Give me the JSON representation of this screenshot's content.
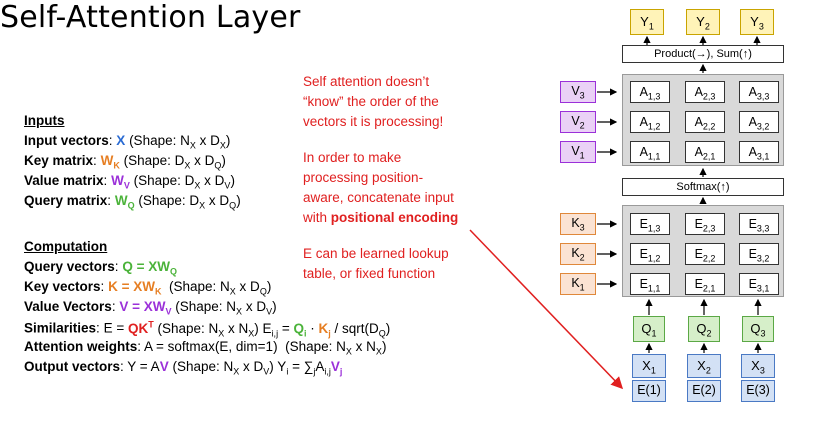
{
  "title": "Self-Attention Layer",
  "inputs": {
    "header": "Inputs",
    "input_vectors": {
      "label": "Input vectors",
      "symbol": "X",
      "shape": "(Shape: N",
      "shape_sub_x": "X",
      "shape_mid": " x D",
      "shape_sub_d": "X",
      "shape_end": ")"
    },
    "key_matrix": {
      "label": "Key matrix",
      "symbol": "W",
      "sub": "K",
      "shape": "(Shape: D",
      "s1": "X",
      "mid": " x D",
      "s2": "Q",
      "end": ")"
    },
    "value_matrix": {
      "label": "Value matrix",
      "symbol": "W",
      "sub": "V",
      "shape": "(Shape: D",
      "s1": "X",
      "mid": " x D",
      "s2": "V",
      "end": ")"
    },
    "query_matrix": {
      "label": "Query matrix",
      "symbol": "W",
      "sub": "Q",
      "shape": "(Shape: D",
      "s1": "X",
      "mid": " x D",
      "s2": "Q",
      "end": ")"
    }
  },
  "computation": {
    "header": "Computation",
    "query_vectors": {
      "label": "Query vectors",
      "eq": "Q = XW",
      "sub": "Q"
    },
    "key_vectors": {
      "label": "Key vectors",
      "eq": "K = XW",
      "sub": "K",
      "shape": "(Shape: N",
      "s1": "X",
      "mid": " x D",
      "s2": "Q",
      "end": ")"
    },
    "value_vectors": {
      "label": "Value Vectors",
      "eq": "V = XW",
      "sub": "V",
      "shape": "(Shape: N",
      "s1": "X",
      "mid": " x D",
      "s2": "V",
      "end": ")"
    },
    "similarities": {
      "label": "Similarities",
      "eq_a": "E = ",
      "qk": "QK",
      "sup": "T",
      "shape": " (Shape: N",
      "s1": "X",
      "mid": " x N",
      "s2": "X",
      "end": ") E",
      "eij_sub": "i,j",
      "eq_b": " = ",
      "qi": "Q",
      "qi_sub": "i",
      "dot": " · ",
      "kj": "K",
      "kj_sub": "j",
      "tail": " / sqrt(D",
      "tail_sub": "Q",
      "tail_end": ")"
    },
    "attention_weights": {
      "label": "Attention weights",
      "eq": "A = softmax(E, dim=1)",
      "shape": "(Shape: N",
      "s1": "X",
      "mid": " x N",
      "s2": "X",
      "end": ")"
    },
    "output_vectors": {
      "label": "Output vectors",
      "eq_a": "Y = A",
      "v": "V",
      "shape": " (Shape: N",
      "s1": "X",
      "mid": " x D",
      "s2": "V",
      "end": ") Y",
      "yi_sub": "i",
      "eq_b": " = ∑",
      "sum_sub": "j",
      "a": "A",
      "a_sub": "i,j",
      "vj": "V",
      "vj_sub": "j"
    }
  },
  "notes": {
    "note1_l1": "Self attention doesn’t",
    "note1_l2": "“know” the order of the",
    "note1_l3": "vectors it is processing!",
    "note2_l1": "In order to make",
    "note2_l2": "processing position-",
    "note2_l3": "aware, concatenate input",
    "note2_l4_a": "with ",
    "note2_l4_b": "positional encoding",
    "note3_l1": "E can be learned lookup",
    "note3_l2": "table, or fixed function"
  },
  "diagram": {
    "y": [
      {
        "l": "Y",
        "s": "1"
      },
      {
        "l": "Y",
        "s": "2"
      },
      {
        "l": "Y",
        "s": "3"
      }
    ],
    "product_sum": "Product(→),  Sum(↑)",
    "v": [
      {
        "l": "V",
        "s": "3"
      },
      {
        "l": "V",
        "s": "2"
      },
      {
        "l": "V",
        "s": "1"
      }
    ],
    "a_rows": [
      [
        {
          "l": "A",
          "s": "1,3"
        },
        {
          "l": "A",
          "s": "2,3"
        },
        {
          "l": "A",
          "s": "3,3"
        }
      ],
      [
        {
          "l": "A",
          "s": "1,2"
        },
        {
          "l": "A",
          "s": "2,2"
        },
        {
          "l": "A",
          "s": "3,2"
        }
      ],
      [
        {
          "l": "A",
          "s": "1,1"
        },
        {
          "l": "A",
          "s": "2,1"
        },
        {
          "l": "A",
          "s": "3,1"
        }
      ]
    ],
    "softmax": "Softmax(↑)",
    "k": [
      {
        "l": "K",
        "s": "3"
      },
      {
        "l": "K",
        "s": "2"
      },
      {
        "l": "K",
        "s": "1"
      }
    ],
    "e_rows": [
      [
        {
          "l": "E",
          "s": "1,3"
        },
        {
          "l": "E",
          "s": "2,3"
        },
        {
          "l": "E",
          "s": "3,3"
        }
      ],
      [
        {
          "l": "E",
          "s": "1,2"
        },
        {
          "l": "E",
          "s": "2,2"
        },
        {
          "l": "E",
          "s": "3,2"
        }
      ],
      [
        {
          "l": "E",
          "s": "1,1"
        },
        {
          "l": "E",
          "s": "2,1"
        },
        {
          "l": "E",
          "s": "3,1"
        }
      ]
    ],
    "q": [
      {
        "l": "Q",
        "s": "1"
      },
      {
        "l": "Q",
        "s": "2"
      },
      {
        "l": "Q",
        "s": "3"
      }
    ],
    "x": [
      {
        "l": "X",
        "s": "1"
      },
      {
        "l": "X",
        "s": "2"
      },
      {
        "l": "X",
        "s": "3"
      }
    ],
    "e": [
      "E(1)",
      "E(2)",
      "E(3)"
    ]
  }
}
